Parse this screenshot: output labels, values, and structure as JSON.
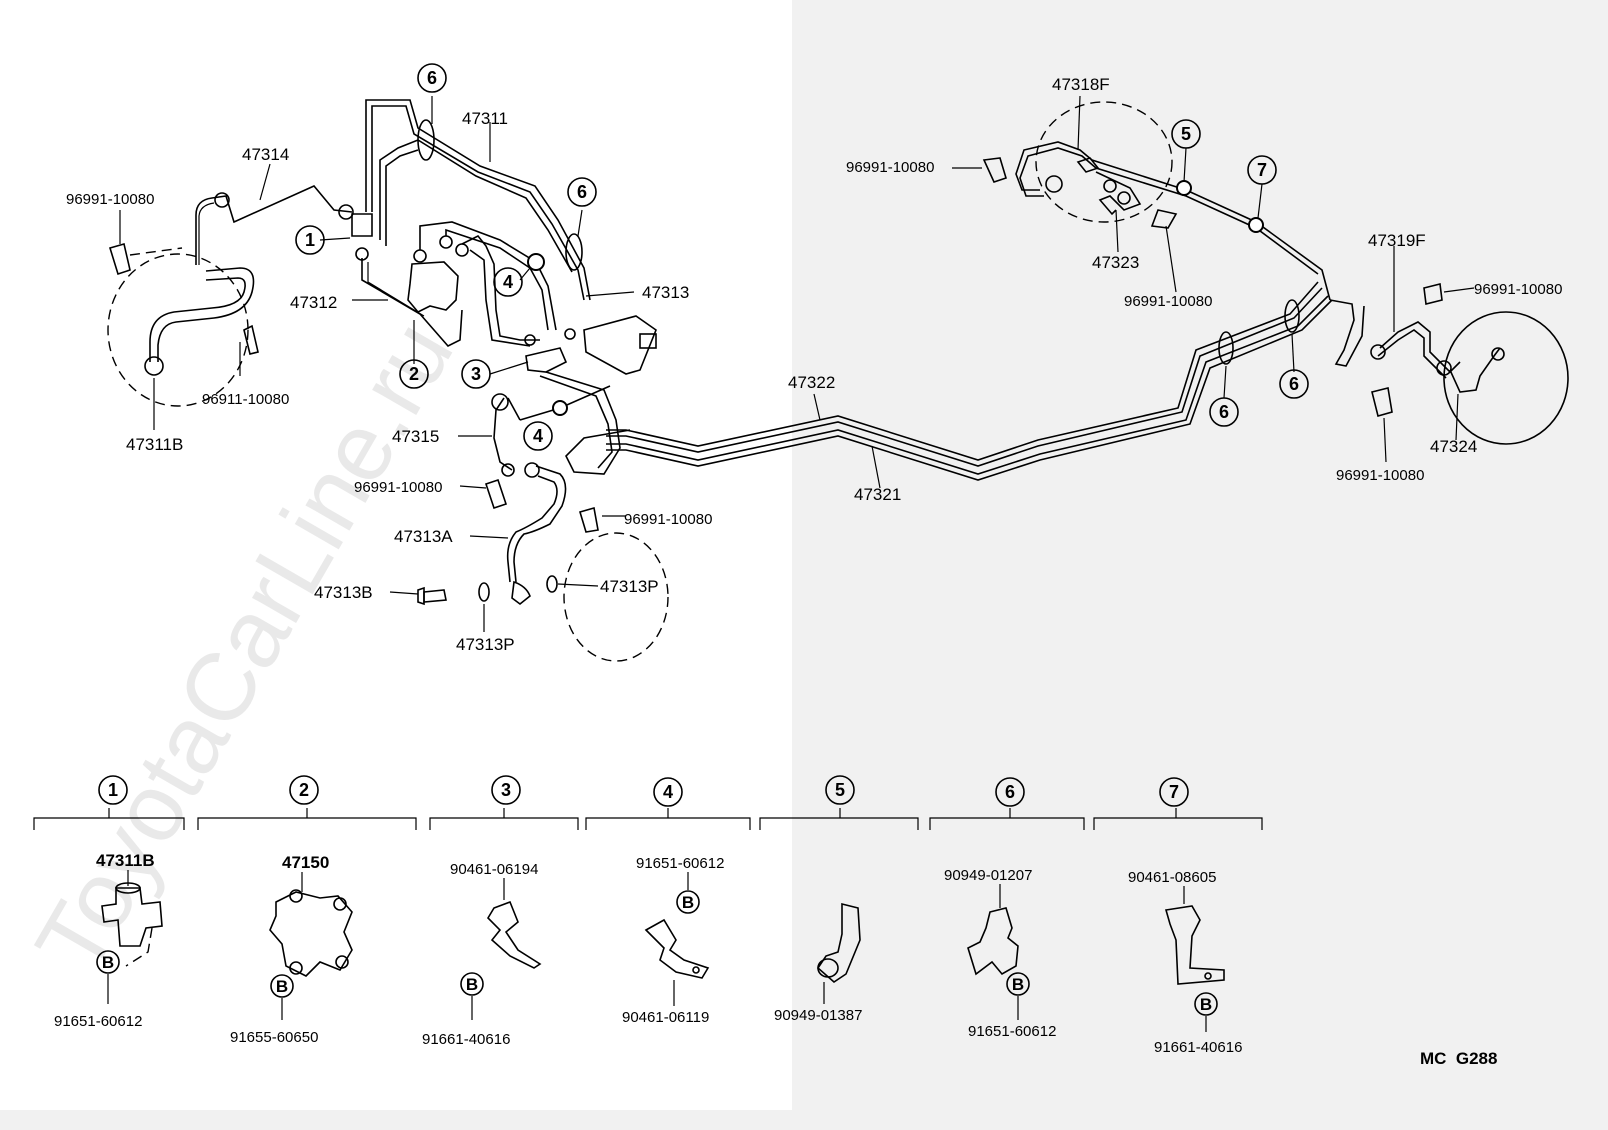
{
  "watermark": "ToyotaCarLine.ru",
  "diagram_code": "MC  G288",
  "callout_numbers": [
    "1",
    "2",
    "3",
    "4",
    "5",
    "6",
    "7"
  ],
  "main_labels": {
    "p47314": "47314",
    "p47311": "47311",
    "p47312": "47312",
    "p47313": "47313",
    "p47311B": "47311B",
    "p47315": "47315",
    "p47313A": "47313A",
    "p47313B": "47313B",
    "p47313P_left": "47313P",
    "p47313P_right": "47313P",
    "p47322": "47322",
    "p47321": "47321",
    "p47318F": "47318F",
    "p47323": "47323",
    "p47319F": "47319F",
    "p47324": "47324",
    "clip_front_left": "96991-10080",
    "clip_front_left_lower": "96911-10080",
    "clip_mid_left": "96991-10080",
    "clip_mid_right": "96991-10080",
    "clip_rear_top": "96991-10080",
    "clip_rear_mid": "96991-10080",
    "clip_rear_right_top": "96991-10080",
    "clip_rear_right_bottom": "96991-10080"
  },
  "detail_parts": [
    {
      "num": "1",
      "top": "47311B",
      "bottom": "91651-60612"
    },
    {
      "num": "2",
      "top": "47150",
      "bottom": "91655-60650"
    },
    {
      "num": "3",
      "top": "90461-06194",
      "bottom": "91661-40616"
    },
    {
      "num": "4",
      "top": "91651-60612",
      "bottom": "90461-06119"
    },
    {
      "num": "5",
      "top": "",
      "bottom": "90949-01387"
    },
    {
      "num": "6",
      "top": "90949-01207",
      "bottom": "91651-60612"
    },
    {
      "num": "7",
      "top": "90461-08605",
      "bottom": "91661-40616"
    }
  ],
  "bolt_marker": "B"
}
